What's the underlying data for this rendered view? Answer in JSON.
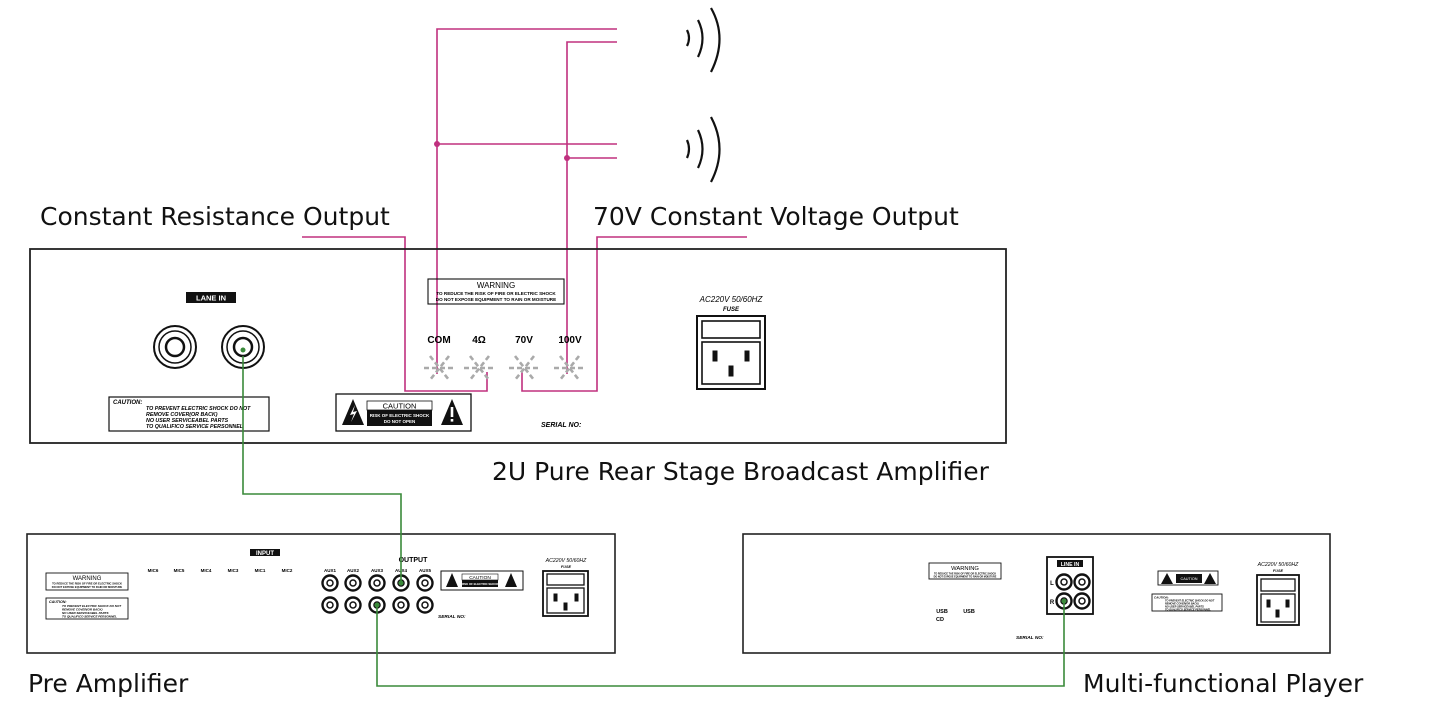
{
  "labels": {
    "constant_resistance": "Constant Resistance Output",
    "constant_voltage": "70V Constant Voltage Output",
    "amplifier_title": "2U Pure Rear Stage Broadcast Amplifier",
    "pre_amplifier": "Pre Amplifier",
    "player": "Multi-functional Player"
  },
  "amplifier": {
    "lane_in": "LANE IN",
    "warning_title": "WARNING",
    "warning_line1": "TO REDUCE THE RISK OF FIRE OR ELECTRIC SHOCK",
    "warning_line2": "DO NOT EXPOSE EQUIPMENT TO RAIN OR MOISTURE",
    "terminals": [
      "COM",
      "4Ω",
      "70V",
      "100V"
    ],
    "caution_title": "CAUTION:",
    "caution_lines": [
      "TO PREVENT ELECTRIC SHOCK DO NOT",
      "REMOVE COVER(OR BACK)",
      "NO USER SERVICEABEL PARTS",
      "TO QUALIFICO SERVICE PERSONNEL"
    ],
    "caution_box_title": "CAUTION",
    "caution_box_line1": "RISK OF ELECTRIC SHOCK",
    "caution_box_line2": "DO NOT OPEN",
    "serial": "SERIAL NO:",
    "power_line1": "AC220V 50/60HZ",
    "power_line2": "FUSE"
  },
  "preamp": {
    "input_label": "INPUT",
    "output_label": "OUTPUT",
    "mic_labels": [
      "MIC6",
      "MIC5",
      "MIC4",
      "MIC3",
      "MIC1",
      "MIC2"
    ],
    "aux_labels": [
      "AUX1",
      "AUX2",
      "AUX3",
      "AUX4",
      "AUX5"
    ],
    "warning_title": "WARNING",
    "warning_line1": "TO REDUCE THE RISK OF FIRE OR ELECTRIC SHOCK",
    "warning_line2": "DO NOT EXPOSE EQUIPMENT TO RAIN OR MOISTURE",
    "caution_title": "CAUTION:",
    "caution_lines": [
      "TO PREVENT ELECTRIC SHOCK DO NOT",
      "REMOVE COVER(OR BACK)",
      "NO USER SERVICEABEL PARTS",
      "TO QUALIFICO SERVICE PERSONNEL"
    ],
    "caution_box_title": "CAUTION",
    "caution_box_line1": "RISK OF ELECTRIC SHOCK",
    "serial": "SERIAL NO:",
    "power_line1": "AC220V 50/60HZ",
    "power_line2": "FUSE"
  },
  "player": {
    "warning_title": "WARNING",
    "warning_line1": "TO REDUCE THE RISK OF FIRE OR ELECTRIC SHOCK",
    "warning_line2": "DO NOT EXPOSE EQUIPMENT TO RAIN OR MOISTURE",
    "usb1": "USB",
    "cd": "CD",
    "usb2": "USB",
    "line_in": "LINE IN",
    "left": "L",
    "right": "R",
    "serial": "SERIAL NO:",
    "caution_box_title": "CAUTION",
    "caution_title": "CAUTION:",
    "caution_lines": [
      "TO PREVENT ELECTRIC SHOCK DO NOT",
      "REMOVE COVER(OR BACK)",
      "NO USER SERVICEABEL PARTS",
      "TO QUALIFICO SERVICE PERSONNEL"
    ],
    "power_line1": "AC220V 50/60HZ",
    "power_line2": "FUSE"
  },
  "colors": {
    "speaker_wire": "#c0307f",
    "signal_wire": "#3a8a3a",
    "outline": "#222222"
  }
}
